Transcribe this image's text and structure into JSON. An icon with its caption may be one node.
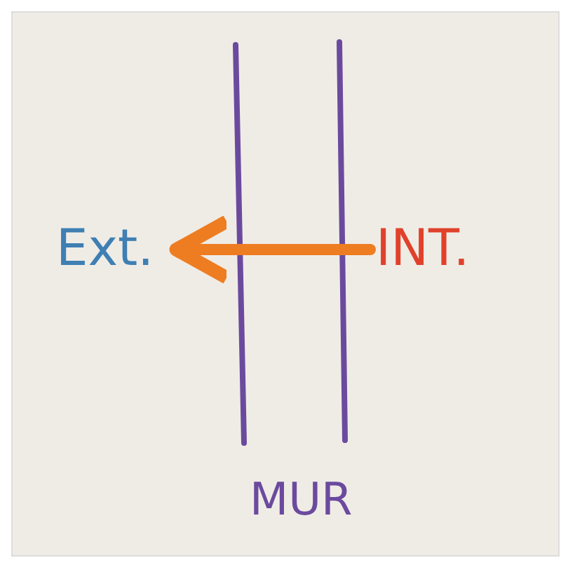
{
  "diagram": {
    "nodes": [
      {
        "text": [
          "Ext."
        ]
      },
      {
        "text": [
          "INT."
        ]
      }
    ],
    "edges": [
      {
        "from": 1,
        "to": 0,
        "arrow": "to"
      }
    ],
    "labels": [
      "MUR"
    ]
  }
}
